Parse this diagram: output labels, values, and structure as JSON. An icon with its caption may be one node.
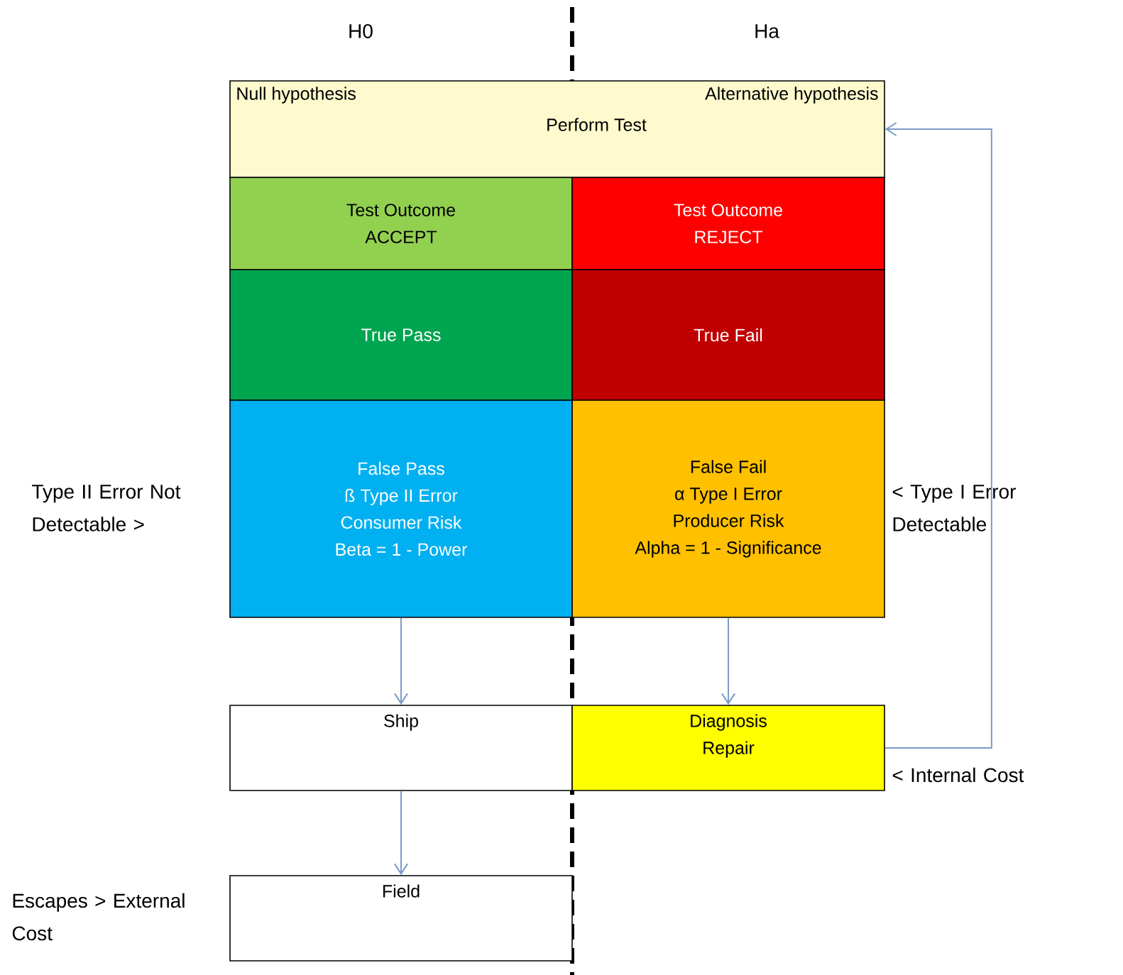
{
  "diagram": {
    "nodes": [
      {
        "text": [
          "Null hypothesis",
          "Alternative hypothesis",
          "Perform Test"
        ]
      },
      {
        "text": [
          "Test Outcome",
          "ACCEPT"
        ]
      },
      {
        "text": [
          "Test Outcome",
          "REJECT"
        ]
      },
      {
        "text": [
          "True Pass"
        ]
      },
      {
        "text": [
          "True Fail"
        ]
      },
      {
        "text": [
          "False Pass",
          "ß Type II Error",
          "Consumer Risk",
          "Beta = 1 - Power"
        ],
        "beside": [
          "Type II Error Not Detectable >"
        ]
      },
      {
        "text": [
          "False Fail",
          "α Type I Error",
          "Producer Risk",
          "Alpha = 1 - Significance"
        ],
        "beside": [
          "< Type I Error Detectable"
        ]
      },
      {
        "text": [
          "Ship"
        ]
      },
      {
        "text": [
          "Diagnosis",
          "Repair"
        ],
        "beside": [
          "< Internal Cost"
        ]
      },
      {
        "text": [
          "Field"
        ],
        "beside": [
          "Escapes > External Cost"
        ]
      }
    ],
    "edges": [
      {
        "from": 5,
        "to": 7,
        "arrow": "to"
      },
      {
        "from": 6,
        "to": 8,
        "arrow": "to"
      },
      {
        "from": 7,
        "to": 9,
        "arrow": "to"
      },
      {
        "from": 8,
        "to": 0,
        "arrow": "to"
      }
    ],
    "labels": [
      "H0",
      "Ha"
    ]
  }
}
